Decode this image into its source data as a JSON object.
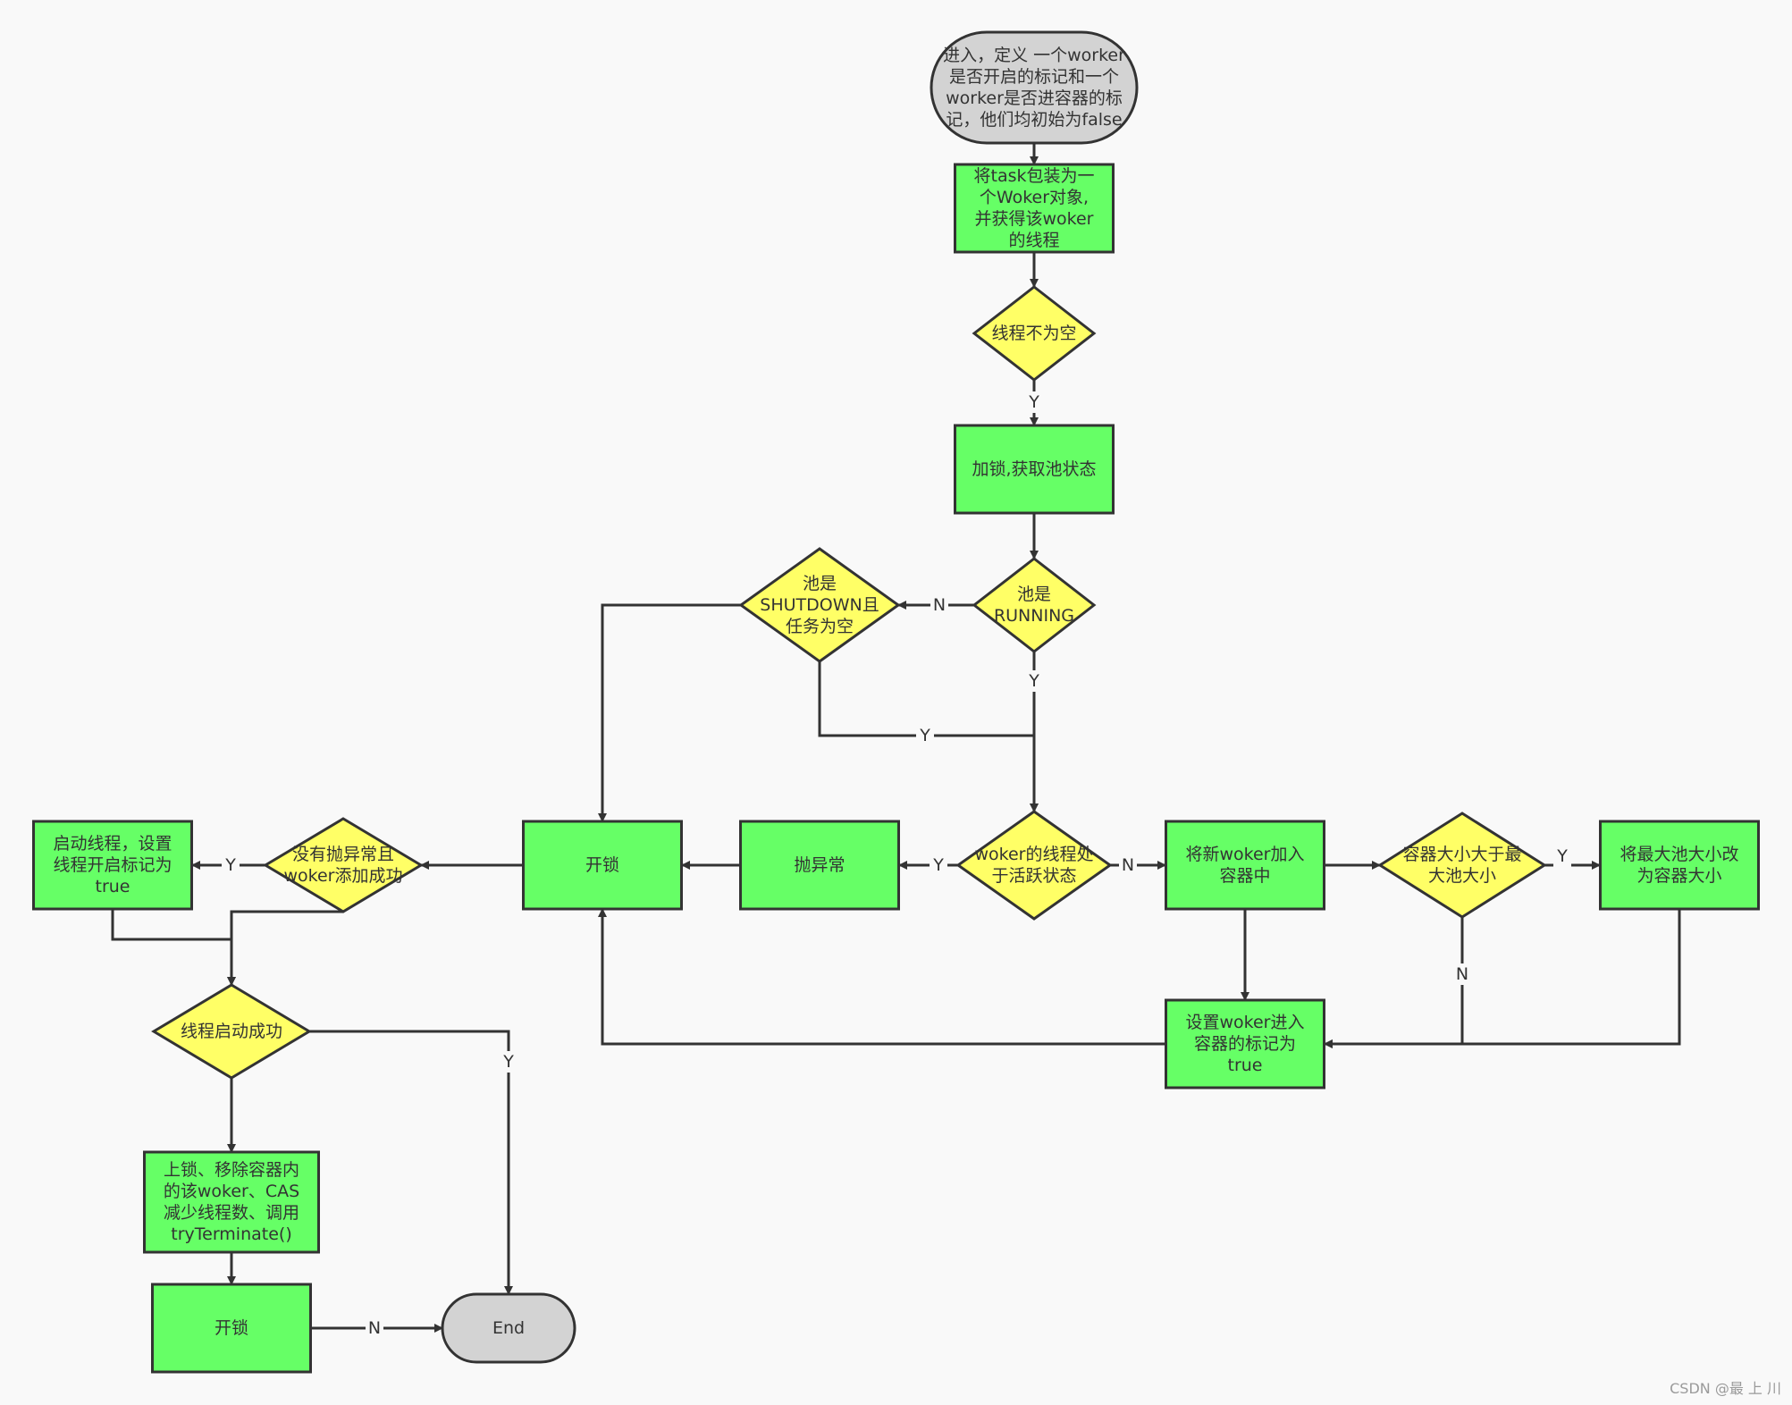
{
  "colors": {
    "process": "#66ff66",
    "decision": "#ffff66",
    "terminal": "#d3d3d3",
    "stroke": "#333333",
    "background": "#f9f9f9"
  },
  "nodes": {
    "start": {
      "lines": [
        "进入，定义 一个worker",
        "是否开启的标记和一个",
        "worker是否进容器的标",
        "记，他们均初始为false"
      ]
    },
    "wrap_task": {
      "lines": [
        "将task包装为一",
        "个Woker对象,",
        "并获得该woker",
        "的线程"
      ]
    },
    "thread_not_null": {
      "lines": [
        "线程不为空"
      ]
    },
    "lock_get_state": {
      "lines": [
        "加锁,获取池状态"
      ]
    },
    "pool_running": {
      "lines": [
        "池是",
        "RUNNING"
      ]
    },
    "pool_shutdown": {
      "lines": [
        "池是",
        "SHUTDOWN且",
        "任务为空"
      ]
    },
    "worker_alive": {
      "lines": [
        "woker的线程处",
        "于活跃状态"
      ]
    },
    "throw_exception": {
      "lines": [
        "抛异常"
      ]
    },
    "unlock_main": {
      "lines": [
        "开锁"
      ]
    },
    "add_to_container": {
      "lines": [
        "将新woker加入",
        "容器中"
      ]
    },
    "size_gt_max": {
      "lines": [
        "容器大小大于最",
        "大池大小"
      ]
    },
    "set_max_size": {
      "lines": [
        "将最大池大小改",
        "为容器大小"
      ]
    },
    "set_added_flag": {
      "lines": [
        "设置woker进入",
        "容器的标记为",
        "true"
      ]
    },
    "no_exc_added": {
      "lines": [
        "没有抛异常且",
        "woker添加成功"
      ]
    },
    "start_thread": {
      "lines": [
        "启动线程，设置",
        "线程开启标记为",
        "true"
      ]
    },
    "thread_started": {
      "lines": [
        "线程启动成功"
      ]
    },
    "cleanup": {
      "lines": [
        "上锁、移除容器内",
        "的该woker、CAS",
        "减少线程数、调用",
        "tryTerminate()"
      ]
    },
    "unlock_end": {
      "lines": [
        "开锁"
      ]
    },
    "end": {
      "lines": [
        "End"
      ]
    }
  },
  "edges": [
    {
      "id": "start-wrap",
      "label": ""
    },
    {
      "id": "wrap-thread",
      "label": ""
    },
    {
      "id": "thread-lock",
      "label": "Y"
    },
    {
      "id": "lock-running",
      "label": ""
    },
    {
      "id": "running-shutdown",
      "label": "N"
    },
    {
      "id": "running-alive",
      "label": "Y"
    },
    {
      "id": "shutdown-alive",
      "label": "Y"
    },
    {
      "id": "shutdown-unlock",
      "label": ""
    },
    {
      "id": "alive-throw",
      "label": "Y"
    },
    {
      "id": "alive-add",
      "label": "N"
    },
    {
      "id": "throw-unlock",
      "label": ""
    },
    {
      "id": "add-size",
      "label": ""
    },
    {
      "id": "add-flag",
      "label": ""
    },
    {
      "id": "size-setmax",
      "label": "Y"
    },
    {
      "id": "size-flag",
      "label": "N"
    },
    {
      "id": "setmax-flag",
      "label": ""
    },
    {
      "id": "flag-unlock",
      "label": ""
    },
    {
      "id": "unlock-noexc",
      "label": ""
    },
    {
      "id": "noexc-start",
      "label": "Y"
    },
    {
      "id": "noexc-started",
      "label": ""
    },
    {
      "id": "start-started",
      "label": ""
    },
    {
      "id": "started-end",
      "label": "Y"
    },
    {
      "id": "started-cleanup",
      "label": ""
    },
    {
      "id": "cleanup-unlock",
      "label": ""
    },
    {
      "id": "unlock-end",
      "label": "N"
    }
  ],
  "watermark": "CSDN @最 上 川"
}
